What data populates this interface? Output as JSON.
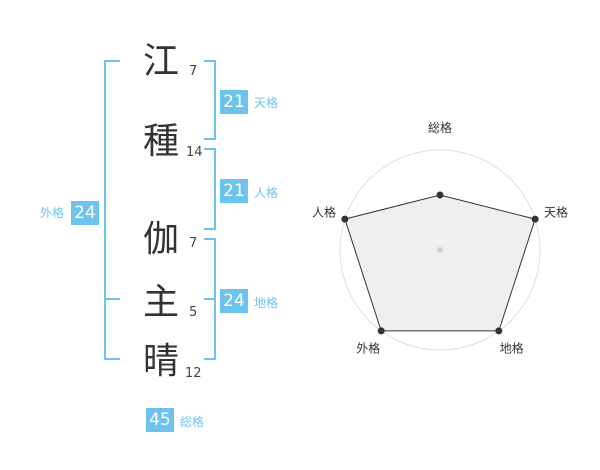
{
  "name_chars": [
    {
      "char": "江",
      "strokes": "7"
    },
    {
      "char": "種",
      "strokes": "14"
    },
    {
      "char": "伽",
      "strokes": "7"
    },
    {
      "char": "主",
      "strokes": "5"
    },
    {
      "char": "晴",
      "strokes": "12"
    }
  ],
  "fortune": {
    "tenkaku": {
      "value": "21",
      "label": "天格"
    },
    "jinkaku": {
      "value": "21",
      "label": "人格"
    },
    "chikaku": {
      "value": "24",
      "label": "地格"
    },
    "gaikaku": {
      "value": "24",
      "label": "外格"
    },
    "soukaku": {
      "value": "45",
      "label": "総格"
    }
  },
  "radar": {
    "axes": [
      "総格",
      "天格",
      "地格",
      "外格",
      "人格"
    ],
    "levels": [
      0.55,
      1.0,
      1.0,
      1.0,
      1.0
    ]
  },
  "colors": {
    "accent": "#6cc4ec",
    "text": "#333333"
  }
}
